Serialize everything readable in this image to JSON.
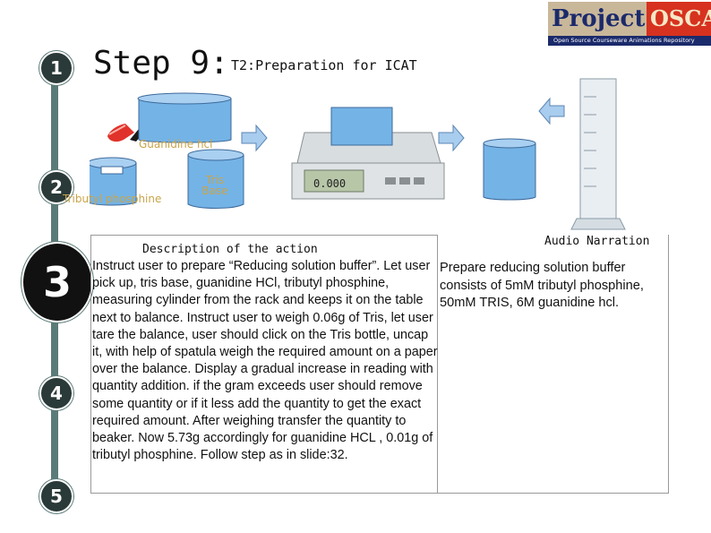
{
  "header": {
    "step_title": "Step 9:",
    "subtitle": "T2:Preparation for ICAT"
  },
  "logo": {
    "word1": "Project",
    "word2": "OSCAR",
    "tagline": "Open Source Courseware Animations Repository"
  },
  "timeline": {
    "steps": [
      "1",
      "2",
      "3",
      "4",
      "5"
    ],
    "active_step": "3"
  },
  "illustration": {
    "labels": {
      "guanidine": "Guanidine hcl",
      "tributyl": "Tributyl phosphine",
      "tris": "Tris Base"
    },
    "balance_display": "0.000",
    "colors": {
      "beaker_fill": "#74b3e6",
      "arrow_fill": "#a9cdef",
      "label_text": "#c9a44a",
      "spatula_red": "#e0322a"
    }
  },
  "description": {
    "header": "Description of the action",
    "body": "Instruct user to prepare “Reducing solution buffer”. Let user pick up, tris base, guanidine HCl, tributyl phosphine, measuring cylinder from the rack and keeps it on the table next to balance. Instruct user to weigh 0.06g of Tris, let user tare the balance, user should click on the Tris bottle, uncap it, with help of spatula weigh the required amount on a paper over the balance. Display a gradual increase in reading with quantity addition. if the gram exceeds user should remove some quantity or if it less add the quantity to get the exact required amount. After weighing transfer the quantity to beaker. Now 5.73g accordingly for guanidine HCL , 0.01g of tributyl phosphine. Follow step as in slide:32."
  },
  "audio": {
    "header": "Audio Narration",
    "body": "Prepare reducing solution buffer consists of 5mM tributyl phosphine, 50mM TRIS, 6M guanidine hcl."
  }
}
